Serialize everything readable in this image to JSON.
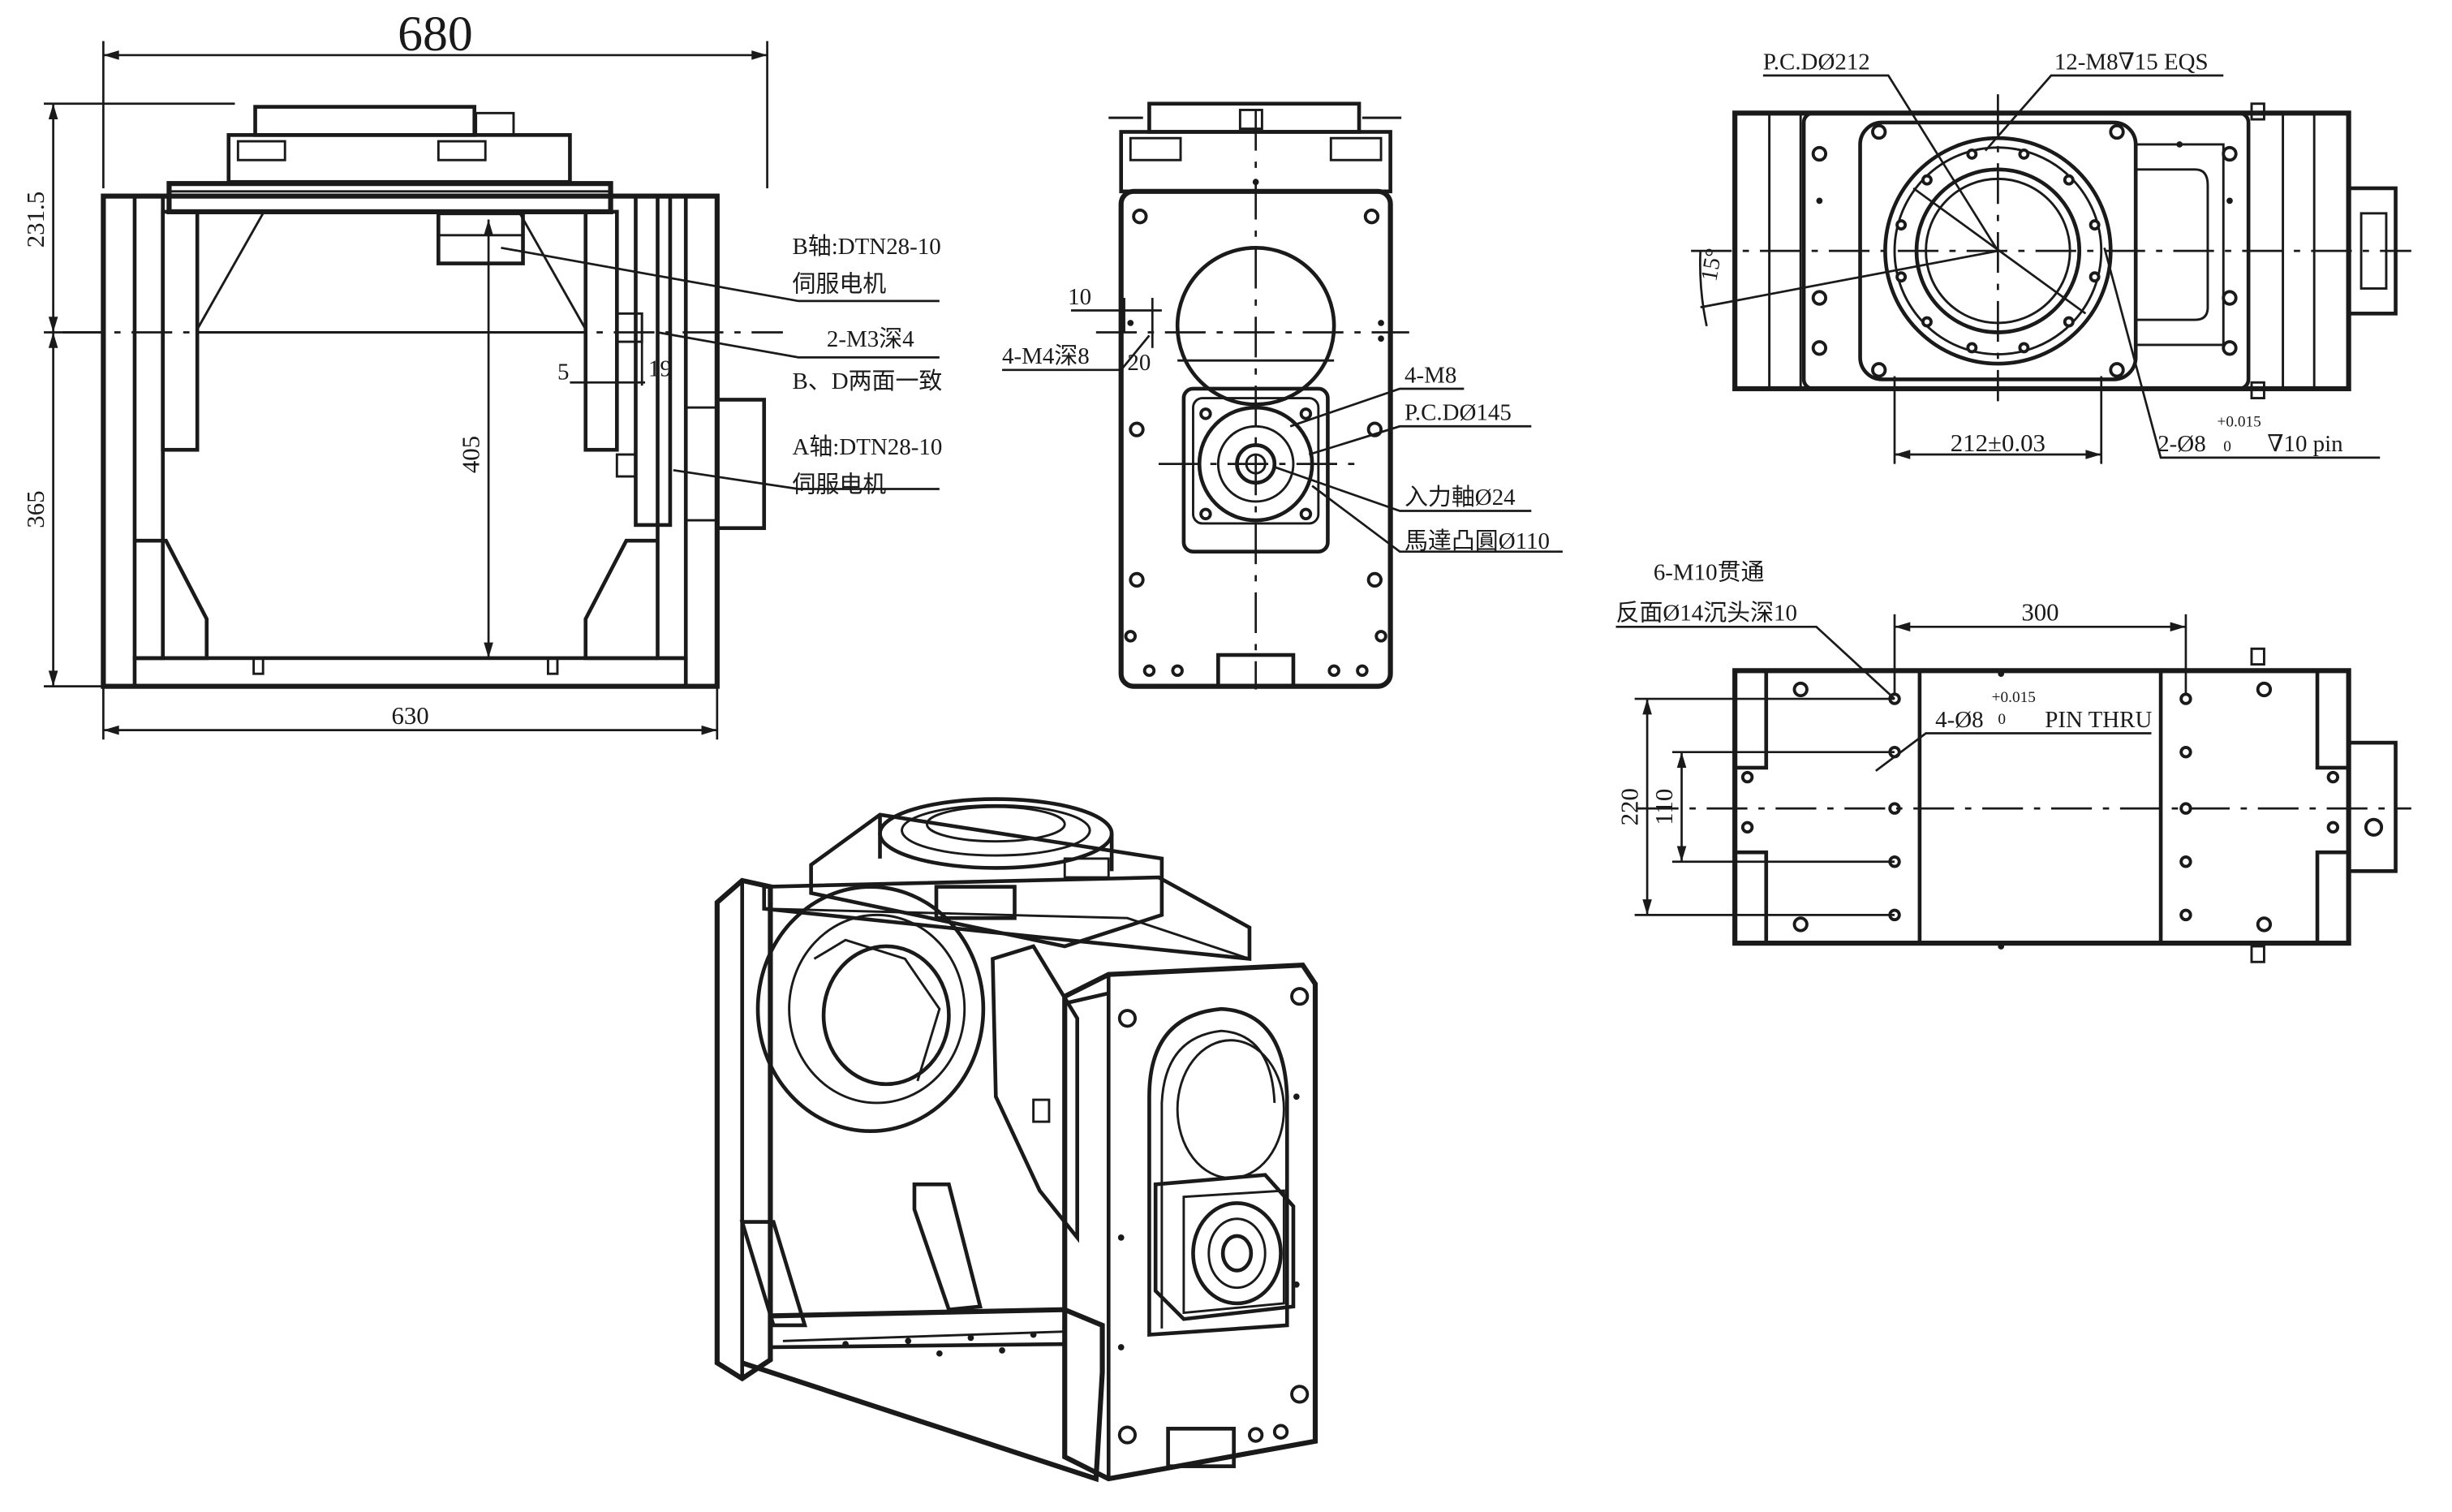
{
  "dims": {
    "w680": "680",
    "h231": "231.5",
    "h365": "365",
    "h405": "405",
    "w630": "630",
    "d5": "5",
    "d19": "19",
    "d10": "10",
    "d20": "20",
    "w212": "212±0.03",
    "w300": "300",
    "h220": "220",
    "h110": "110",
    "a15": "15°"
  },
  "notes": {
    "b_axis_1": "B轴:DTN28-10",
    "b_axis_2": "伺服电机",
    "m3": "2-M3深4",
    "bd_same": "B、D两面一致",
    "a_axis_1": "A轴:DTN28-10",
    "a_axis_2": "伺服电机",
    "m4": "4-M4深8",
    "m8": "4-M8",
    "pcd145": "P.C.DØ145",
    "input_shaft": "入力軸Ø24",
    "motor_boss": "馬達凸圓Ø110",
    "pcd212": "P.C.DØ212",
    "m8_12": "12-M8∇15 EQS",
    "pin2_a": "2-Ø8",
    "pin2_tol": "+0.015",
    "pin2_zero": "0",
    "pin2_b": "∇10 pin",
    "m10": "6-M10贯通",
    "cbore": "反面Ø14沉头深10",
    "pin4_a": "4-Ø8",
    "pin4_tol": "+0.015",
    "pin4_zero": "0",
    "pin4_b": "PIN THRU"
  },
  "colors": {
    "line": "#1a1a1a",
    "paper": "#ffffff"
  }
}
